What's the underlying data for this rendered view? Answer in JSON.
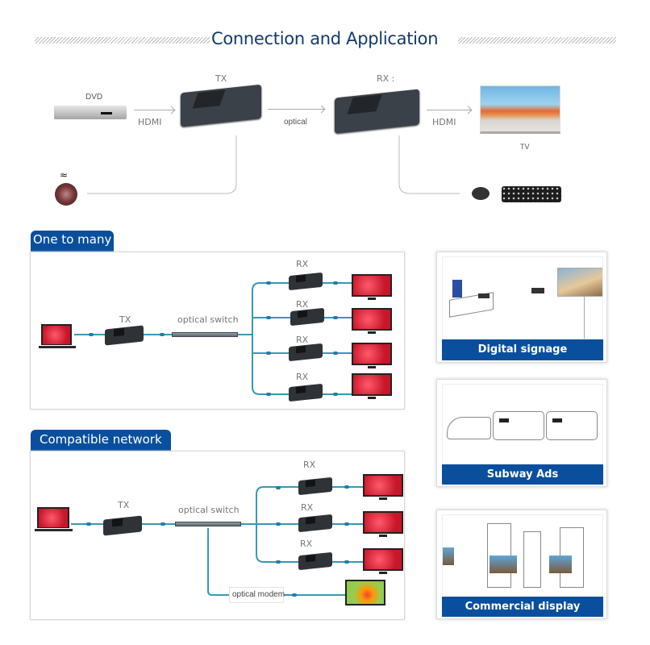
{
  "header": {
    "title": "Connection and Application"
  },
  "top_diagram": {
    "dvd_label": "DVD",
    "tx_label": "TX",
    "rx_label": "RX :",
    "tv_label": "TV",
    "link_dvd_tx": "HDMI",
    "link_tx_rx": "optical",
    "link_rx_tv": "HDMI"
  },
  "one_to_many": {
    "tag": "One to many",
    "tx_label": "TX",
    "switch_label": "optical switch",
    "receivers": [
      {
        "label": "RX"
      },
      {
        "label": "RX"
      },
      {
        "label": "RX"
      },
      {
        "label": "RX"
      }
    ]
  },
  "compatible_network": {
    "tag": "Compatible network",
    "tx_label": "TX",
    "switch_label": "optical switch",
    "modem_label": "optical modem",
    "receivers": [
      {
        "label": "RX"
      },
      {
        "label": "RX"
      },
      {
        "label": "RX"
      }
    ]
  },
  "applications": [
    {
      "caption": "Digital signage"
    },
    {
      "caption": "Subway Ads"
    },
    {
      "caption": "Commercial display"
    }
  ],
  "colors": {
    "brand_blue": "#0a4f9e",
    "title_navy": "#123a6b",
    "fiber_line": "#3799b3"
  }
}
